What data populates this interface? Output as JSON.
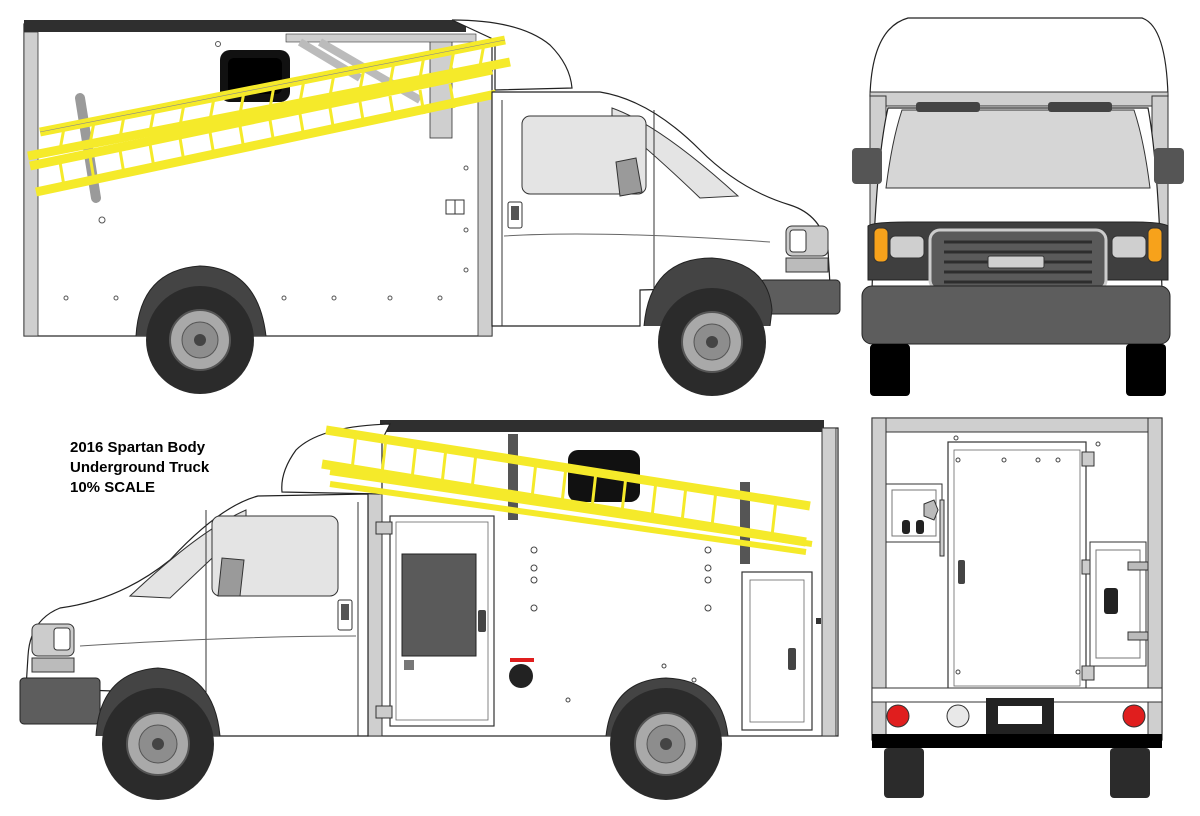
{
  "caption": {
    "line1": "2016 Spartan Body",
    "line2": "Underground Truck",
    "line3": "10% SCALE"
  },
  "views": {
    "side_right": "passenger side view",
    "front": "front view",
    "side_left": "driver side view",
    "rear": "rear view"
  },
  "colors": {
    "ladder": "#f5ea2a",
    "body": "#ffffff",
    "trim": "#cfcfcf",
    "tire": "#2b2b2b",
    "rim": "#a9a9a9",
    "window": "#e4e4e4",
    "bumper": "#5d5d5d",
    "turn_signal": "#f7a21b",
    "tail_light": "#e01e1e"
  }
}
